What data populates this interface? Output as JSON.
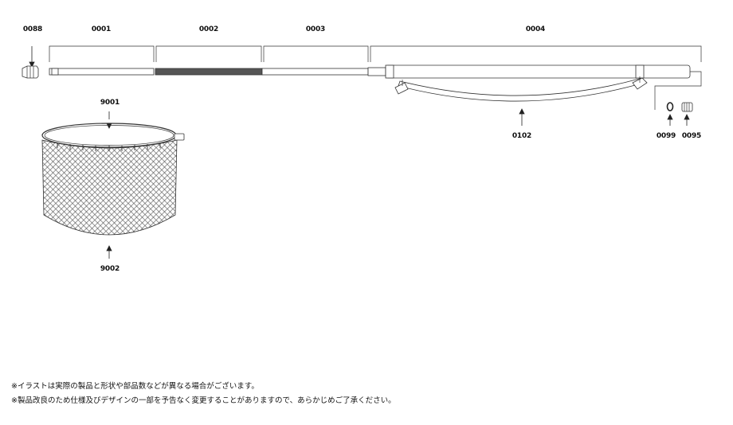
{
  "parts": {
    "p0088": "0088",
    "p0001": "0001",
    "p0002": "0002",
    "p0003": "0003",
    "p0004": "0004",
    "p9001": "9001",
    "p0102": "0102",
    "p0099": "0099",
    "p0095": "0095",
    "p9002": "9002"
  },
  "notes": [
    "※イラストは実際の製品と形状や部品数などが異なる場合がございます。",
    "※製品改良のため仕様及びデザインの一部を予告なく変更することがありますので、あらかじめご了承ください。"
  ],
  "colors": {
    "line": "#333333",
    "grip": "#555555"
  }
}
